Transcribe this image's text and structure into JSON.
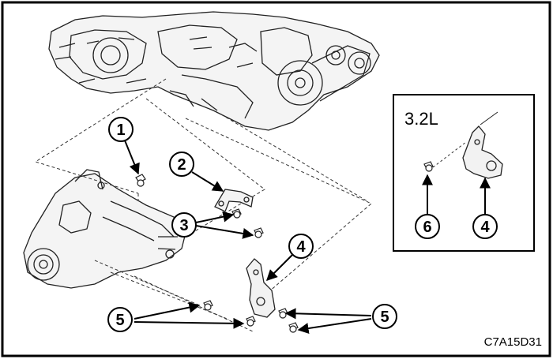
{
  "figure_code": "C7A15D31",
  "inset": {
    "label": "3.2L"
  },
  "callouts": {
    "c1": "1",
    "c2": "2",
    "c3": "3",
    "c4": "4",
    "c5_left": "5",
    "c5_right": "5",
    "c6_inset": "6",
    "c4_inset": "4"
  }
}
